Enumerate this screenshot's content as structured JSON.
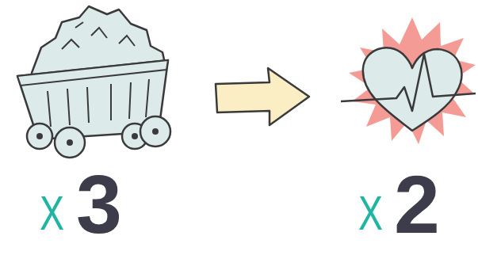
{
  "diagram": {
    "labels": [
      "X",
      "3",
      "X",
      "2"
    ]
  }
}
